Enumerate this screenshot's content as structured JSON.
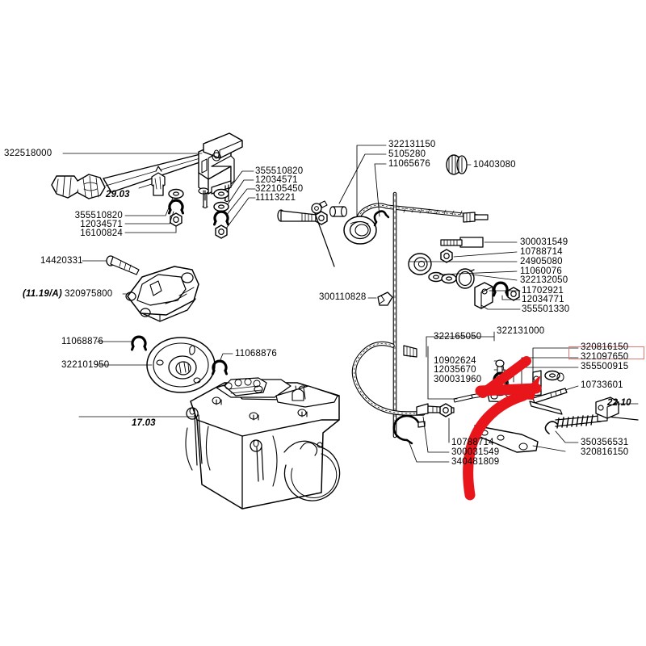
{
  "diagram": {
    "title": "Exploded parts diagram — gearbox / transmission control linkage",
    "background_color": "#ffffff",
    "line_color": "#000000",
    "highlight_color": "#e8151a",
    "highlight_box_color": "#e8766e"
  },
  "labels": {
    "main_lever": "322518000",
    "ref_29_03": "29.03",
    "grp1_a": "355510820",
    "grp1_b": "12034571",
    "grp1_c": "16100824",
    "grp2_a": "355510820",
    "grp2_b": "12034571",
    "grp2_c": "322105450",
    "grp2_d": "11113221",
    "top_a": "322131150",
    "top_b": "5105280",
    "top_c": "11065676",
    "top_d": "10403080",
    "right_a": "300031549",
    "right_b": "10788714",
    "right_c": "24905080",
    "right_d": "11060076",
    "right_e": "322132050",
    "right_f": "11702921",
    "right_g": "12034771",
    "right_h": "355501330",
    "screw_left": "14420331",
    "ref_11_19A": "(11.19/A)",
    "housing": "320975800",
    "clip_left": "11068876",
    "disc": "322101950",
    "clip_right": "11068876",
    "clamp": "300110828",
    "grp3_head": "322131000",
    "grp3_a": "322165050",
    "grp3_b": "10902624",
    "grp3_c": "12035670",
    "grp3_d": "300031960",
    "hl_a": "320816150",
    "hl_b": "321097650",
    "hl_c": "355500915",
    "hl_d": "10733601",
    "ref_22_10": "22.10",
    "spring": "350356531",
    "rod": "320816150",
    "bot_a": "10788714",
    "bot_b": "300031549",
    "bot_c": "340481809",
    "ref_17_03": "17.03"
  }
}
